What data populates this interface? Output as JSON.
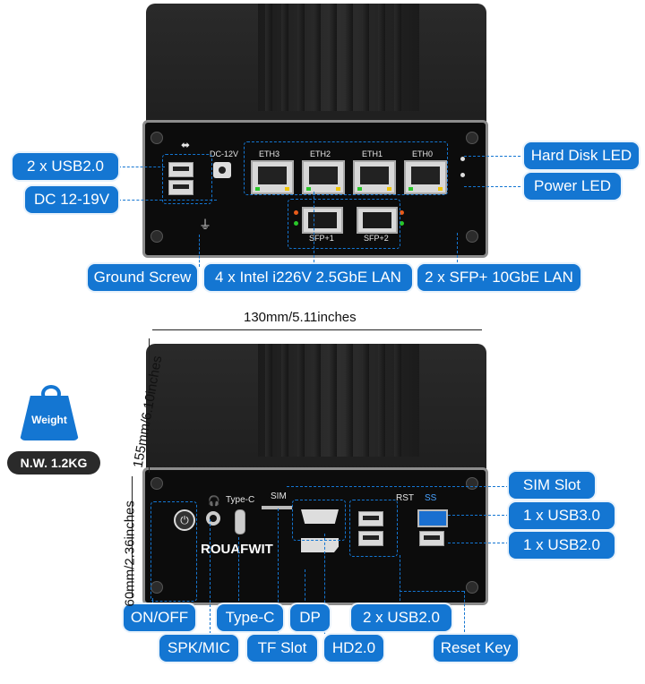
{
  "top_panel": {
    "eth_ports": [
      "ETH3",
      "ETH2",
      "ETH1",
      "ETH0"
    ],
    "sfp_ports": [
      "SFP+1",
      "SFP+2"
    ],
    "dc_mark": "DC-12V"
  },
  "bottom_panel": {
    "brand": "ROUAFWIT",
    "type_c_mark": "Type-C",
    "sim_mark": "SIM",
    "rst_mark": "RST",
    "usb3_mark": "SS"
  },
  "labels": {
    "usb2_top": "2 x USB2.0",
    "dc_input": "DC 12-19V",
    "hdd_led": "Hard Disk LED",
    "power_led": "Power LED",
    "ground_screw": "Ground Screw",
    "lan_2_5g": "4 x Intel i226V 2.5GbE LAN",
    "sfp_lan": "2 x SFP+ 10GbE LAN",
    "sim_slot": "SIM Slot",
    "usb3_front": "1 x USB3.0",
    "usb2_front": "1 x USB2.0",
    "on_off": "ON/OFF",
    "type_c": "Type-C",
    "dp": "DP",
    "usb2_bottom": "2 x USB2.0",
    "spk_mic": "SPK/MIC",
    "tf_slot": "TF Slot",
    "hd": "HD2.0",
    "reset_key": "Reset Key"
  },
  "dimensions": {
    "width": "130mm/5.11inches",
    "depth": "155mm/6.10inches",
    "height": "60mm/2.36inches"
  },
  "weight": {
    "badge": "Weight",
    "value": "N.W. 1.2KG"
  },
  "colors": {
    "label_blue": "#1476d2",
    "device_black": "#141414"
  }
}
